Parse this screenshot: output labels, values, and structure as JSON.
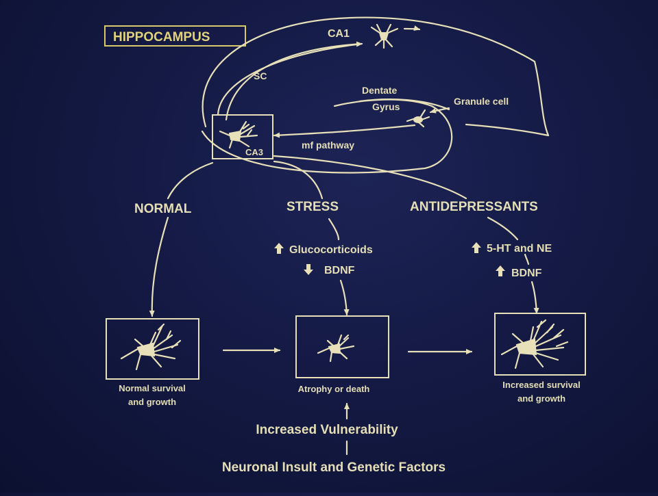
{
  "title": "HIPPOCAMPUS",
  "regions": {
    "ca1": "CA1",
    "sc": "SC",
    "dentate": "Dentate",
    "gyrus": "Gyrus",
    "granule_cell": "Granule cell",
    "mf_pathway": "mf pathway",
    "ca3": "CA3"
  },
  "pathways": {
    "normal": "NORMAL",
    "stress": "STRESS",
    "antidepressants": "ANTIDEPRESSANTS"
  },
  "stress_effects": [
    {
      "direction": "up",
      "label": "Glucocorticoids"
    },
    {
      "direction": "down",
      "label": "BDNF"
    }
  ],
  "antidepressant_effects": [
    {
      "direction": "up",
      "label": "5-HT and NE"
    },
    {
      "direction": "up",
      "label": "BDNF"
    }
  ],
  "outcomes": {
    "normal": [
      "Normal survival",
      "and growth"
    ],
    "stress": [
      "Atrophy or death"
    ],
    "antidepressants": [
      "Increased survival",
      "and growth"
    ]
  },
  "factors": {
    "vulnerability": "Increased Vulnerability",
    "insult": "Neuronal Insult and Genetic Factors"
  },
  "colors": {
    "background": "#141a44",
    "ink": "#e8e0b8",
    "title_box": "#d8c96a"
  }
}
